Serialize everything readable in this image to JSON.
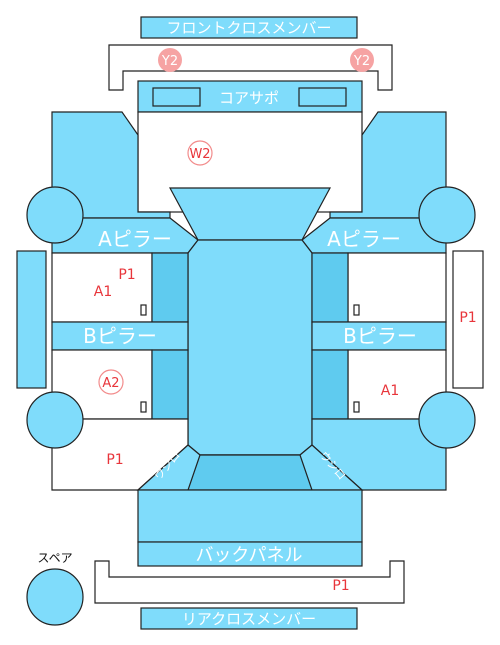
{
  "labels": {
    "front_cross_member": "フロントクロスメンバー",
    "core_support": "コアサポ",
    "a_pillar_left": "Aピラー",
    "a_pillar_right": "Aピラー",
    "b_pillar_left": "Bピラー",
    "b_pillar_right": "Bピラー",
    "back_panel": "バックパネル",
    "rear_cross_member": "リアクロスメンバー",
    "spare": "スペア",
    "ushiro_left": "ウシロ",
    "ushiro_right": "ウシロ"
  },
  "markers": {
    "y2_left": "Y2",
    "y2_right": "Y2",
    "w2": "W2",
    "a2": "A2"
  },
  "damage_codes": {
    "front_left_p1": "P1",
    "front_left_a1": "A1",
    "right_side_p1": "P1",
    "rear_right_a1": "A1",
    "rear_left_p1": "P1",
    "rear_bumper_p1": "P1"
  },
  "colors": {
    "panel": "#7fdcfb",
    "panel_dark": "#5fcbef",
    "damage_text": "#e8353b",
    "marker_fill": "#f6a3a3"
  }
}
